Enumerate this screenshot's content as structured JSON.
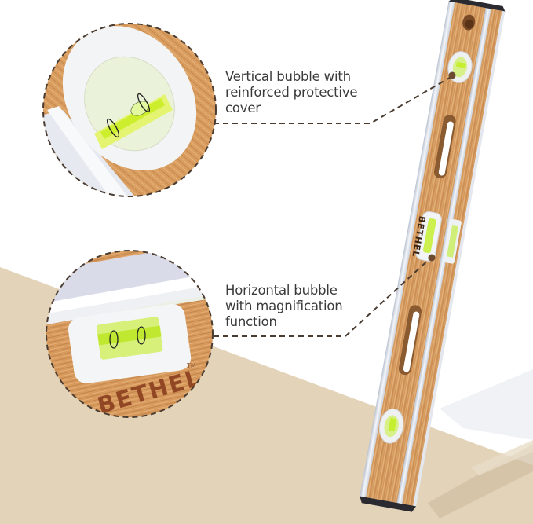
{
  "product": {
    "brand": "BETHEL",
    "brand_mark": "TM",
    "type": "bamboo spirit level"
  },
  "callouts": [
    {
      "id": "vertical",
      "text": "Vertical bubble with reinforced protective cover",
      "lines": [
        "Vertical bubble with",
        "reinforced protective",
        "cover"
      ]
    },
    {
      "id": "horizontal",
      "text": "Horizontal bubble with magnification function",
      "lines": [
        "Horizontal bubble",
        "with magnification",
        "function"
      ]
    }
  ],
  "colors": {
    "background": "#ffffff",
    "floor": "#e3d3b8",
    "bamboo": "#d9a066",
    "bamboo_dark": "#b87a45",
    "aluminum": "#dde3ec",
    "vial_green": "#c8f03c",
    "dash": "#4a3c30",
    "end_cap": "#2a2a30",
    "text": "#3a3a3a"
  }
}
